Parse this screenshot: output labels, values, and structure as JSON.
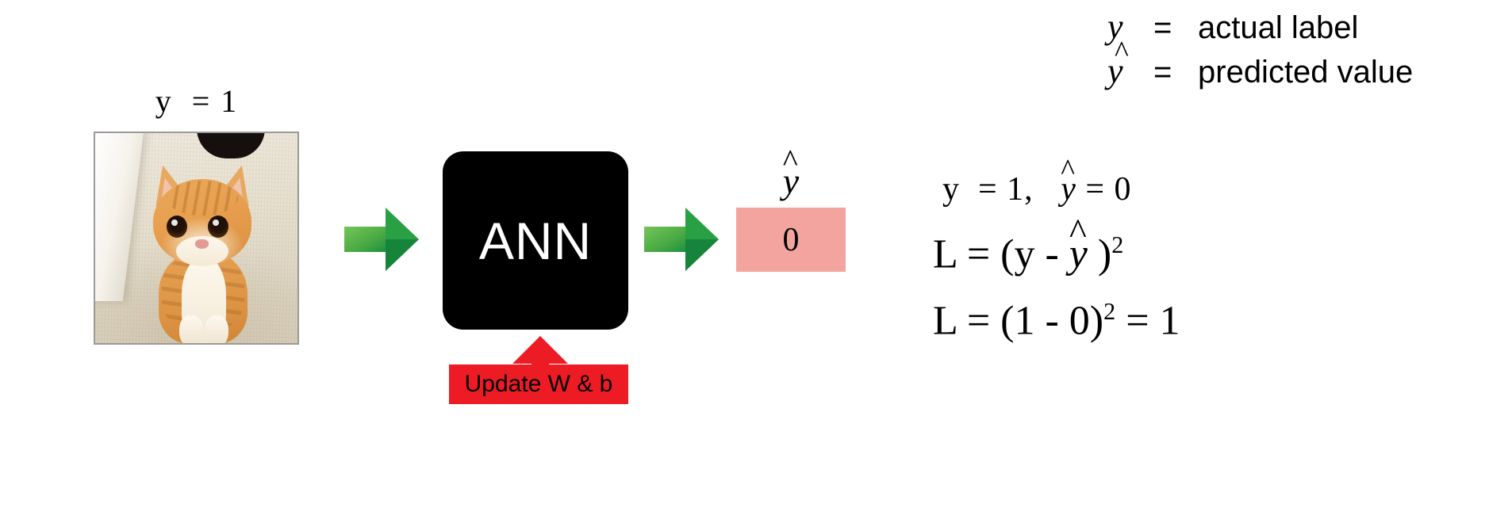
{
  "diagram": {
    "title_implicit": "Neural network loss computation",
    "background_color": "#FFFFFF",
    "input": {
      "label": "y  = 1",
      "image_alt": "orange tabby kitten photo",
      "border_color": "#9A9A9A"
    },
    "arrows": {
      "green_light": "#74C55A",
      "green_dark": "#188F3F",
      "red": "#ED1C24",
      "arrow_1_name": "input-to-model-arrow",
      "arrow_2_name": "model-to-output-arrow",
      "feedback_arrow_name": "update-arrow"
    },
    "model": {
      "label": "ANN",
      "box_color": "#000000",
      "text_color": "#FFFFFF"
    },
    "output": {
      "symbol_base": "y",
      "value": "0",
      "box_color": "#F4A49E"
    },
    "update": {
      "label": "Update W & b",
      "box_color": "#ED1C24",
      "text_color": "#000000"
    },
    "legend": [
      {
        "symbol": "y",
        "hat": false,
        "equals": "=",
        "description": "actual label"
      },
      {
        "symbol": "y",
        "hat": true,
        "equals": "=",
        "description": "predicted value"
      }
    ],
    "equations": {
      "line1_prefix": "y  = 1,   ",
      "line1_hat_sym": "y",
      "line1_suffix": " = 0",
      "line2_prefix": "L = (y - ",
      "line2_hat_sym": "y",
      "line2_suffix": " )",
      "line2_exponent": "2",
      "line3_prefix": "L = (1 - 0)",
      "line3_exponent": "2",
      "line3_suffix": " = 1"
    }
  }
}
